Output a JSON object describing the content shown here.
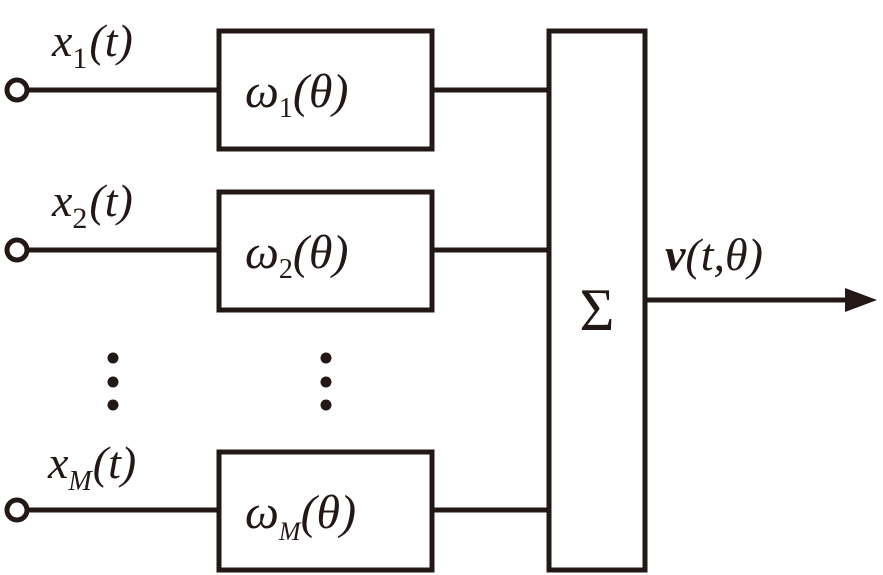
{
  "diagram": {
    "type": "block-diagram",
    "title": "",
    "colors": {
      "stroke": "#231815",
      "background": "#ffffff"
    },
    "inputs": [
      {
        "symbol": "x",
        "subscript": "1",
        "argument": "(t)"
      },
      {
        "symbol": "x",
        "subscript": "2",
        "argument": "(t)"
      },
      {
        "symbol": "x",
        "subscript": "M",
        "argument": "(t)"
      }
    ],
    "weights": [
      {
        "symbol": "ω",
        "subscript": "1",
        "argument": "(θ)"
      },
      {
        "symbol": "ω",
        "subscript": "2",
        "argument": "(θ)"
      },
      {
        "symbol": "ω",
        "subscript": "M",
        "argument": "(θ)"
      }
    ],
    "ellipsis": "⋮",
    "summer": {
      "symbol": "Σ"
    },
    "output": {
      "symbol": "v",
      "argument": "(t,θ)"
    },
    "edges": [
      {
        "from": "input-1",
        "to": "weight-1"
      },
      {
        "from": "input-2",
        "to": "weight-2"
      },
      {
        "from": "input-M",
        "to": "weight-M"
      },
      {
        "from": "weight-1",
        "to": "summer"
      },
      {
        "from": "weight-2",
        "to": "summer"
      },
      {
        "from": "weight-M",
        "to": "summer"
      },
      {
        "from": "summer",
        "to": "output"
      }
    ]
  }
}
